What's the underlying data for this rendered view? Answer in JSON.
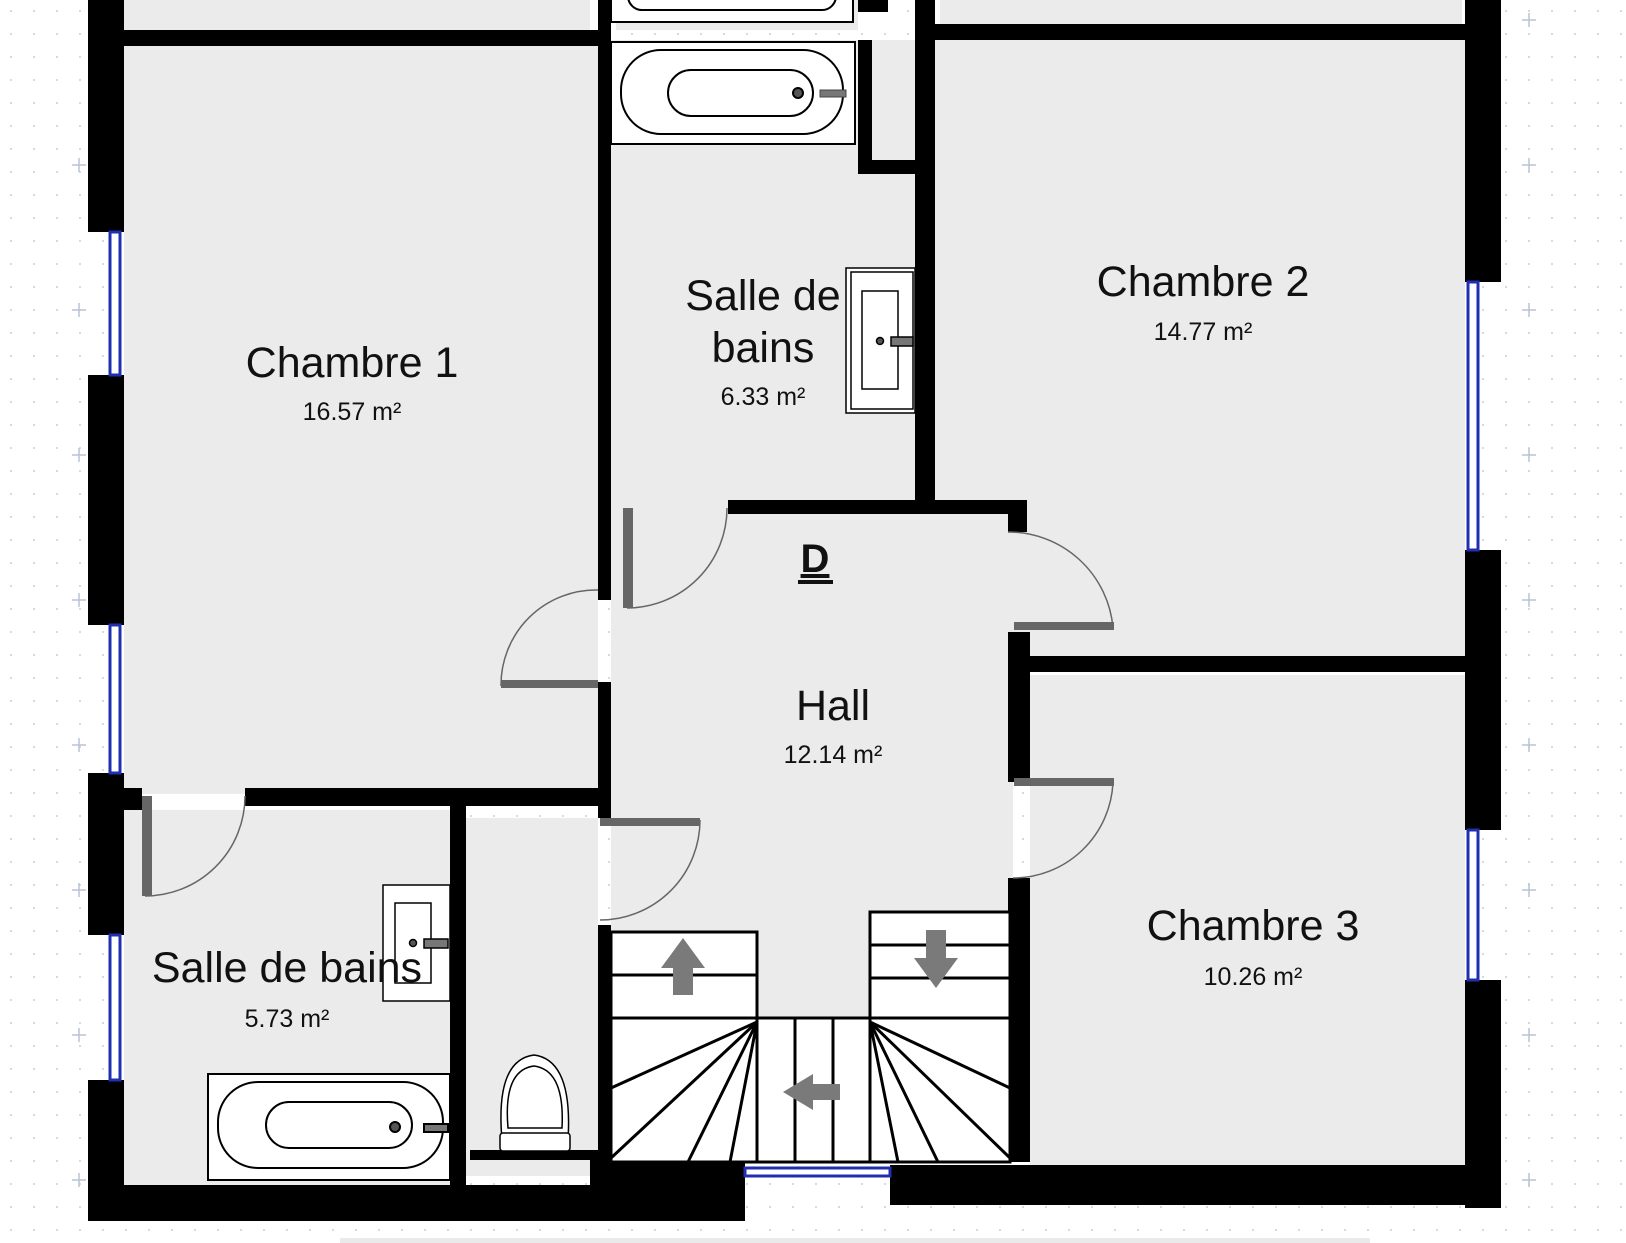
{
  "floor_plan": {
    "rooms": [
      {
        "id": "chambre-1",
        "name": "Chambre 1",
        "area": "16.57 m²"
      },
      {
        "id": "sdb-top",
        "name_line1": "Salle de",
        "name_line2": "bains",
        "area": "6.33 m²"
      },
      {
        "id": "chambre-2",
        "name": "Chambre 2",
        "area": "14.77 m²"
      },
      {
        "id": "hall",
        "name": "Hall",
        "area": "12.14 m²"
      },
      {
        "id": "chambre-3",
        "name": "Chambre 3",
        "area": "10.26 m²"
      },
      {
        "id": "sdb-bottom",
        "name": "Salle de bains",
        "area": "5.73 m²"
      }
    ],
    "stair_marker": "D"
  },
  "colors": {
    "wall": "#000000",
    "floor": "#ebebeb",
    "door": "#666666",
    "window": "#1f2fb0",
    "grid": "#b8c4d6",
    "arrow": "#7a7a7a"
  }
}
